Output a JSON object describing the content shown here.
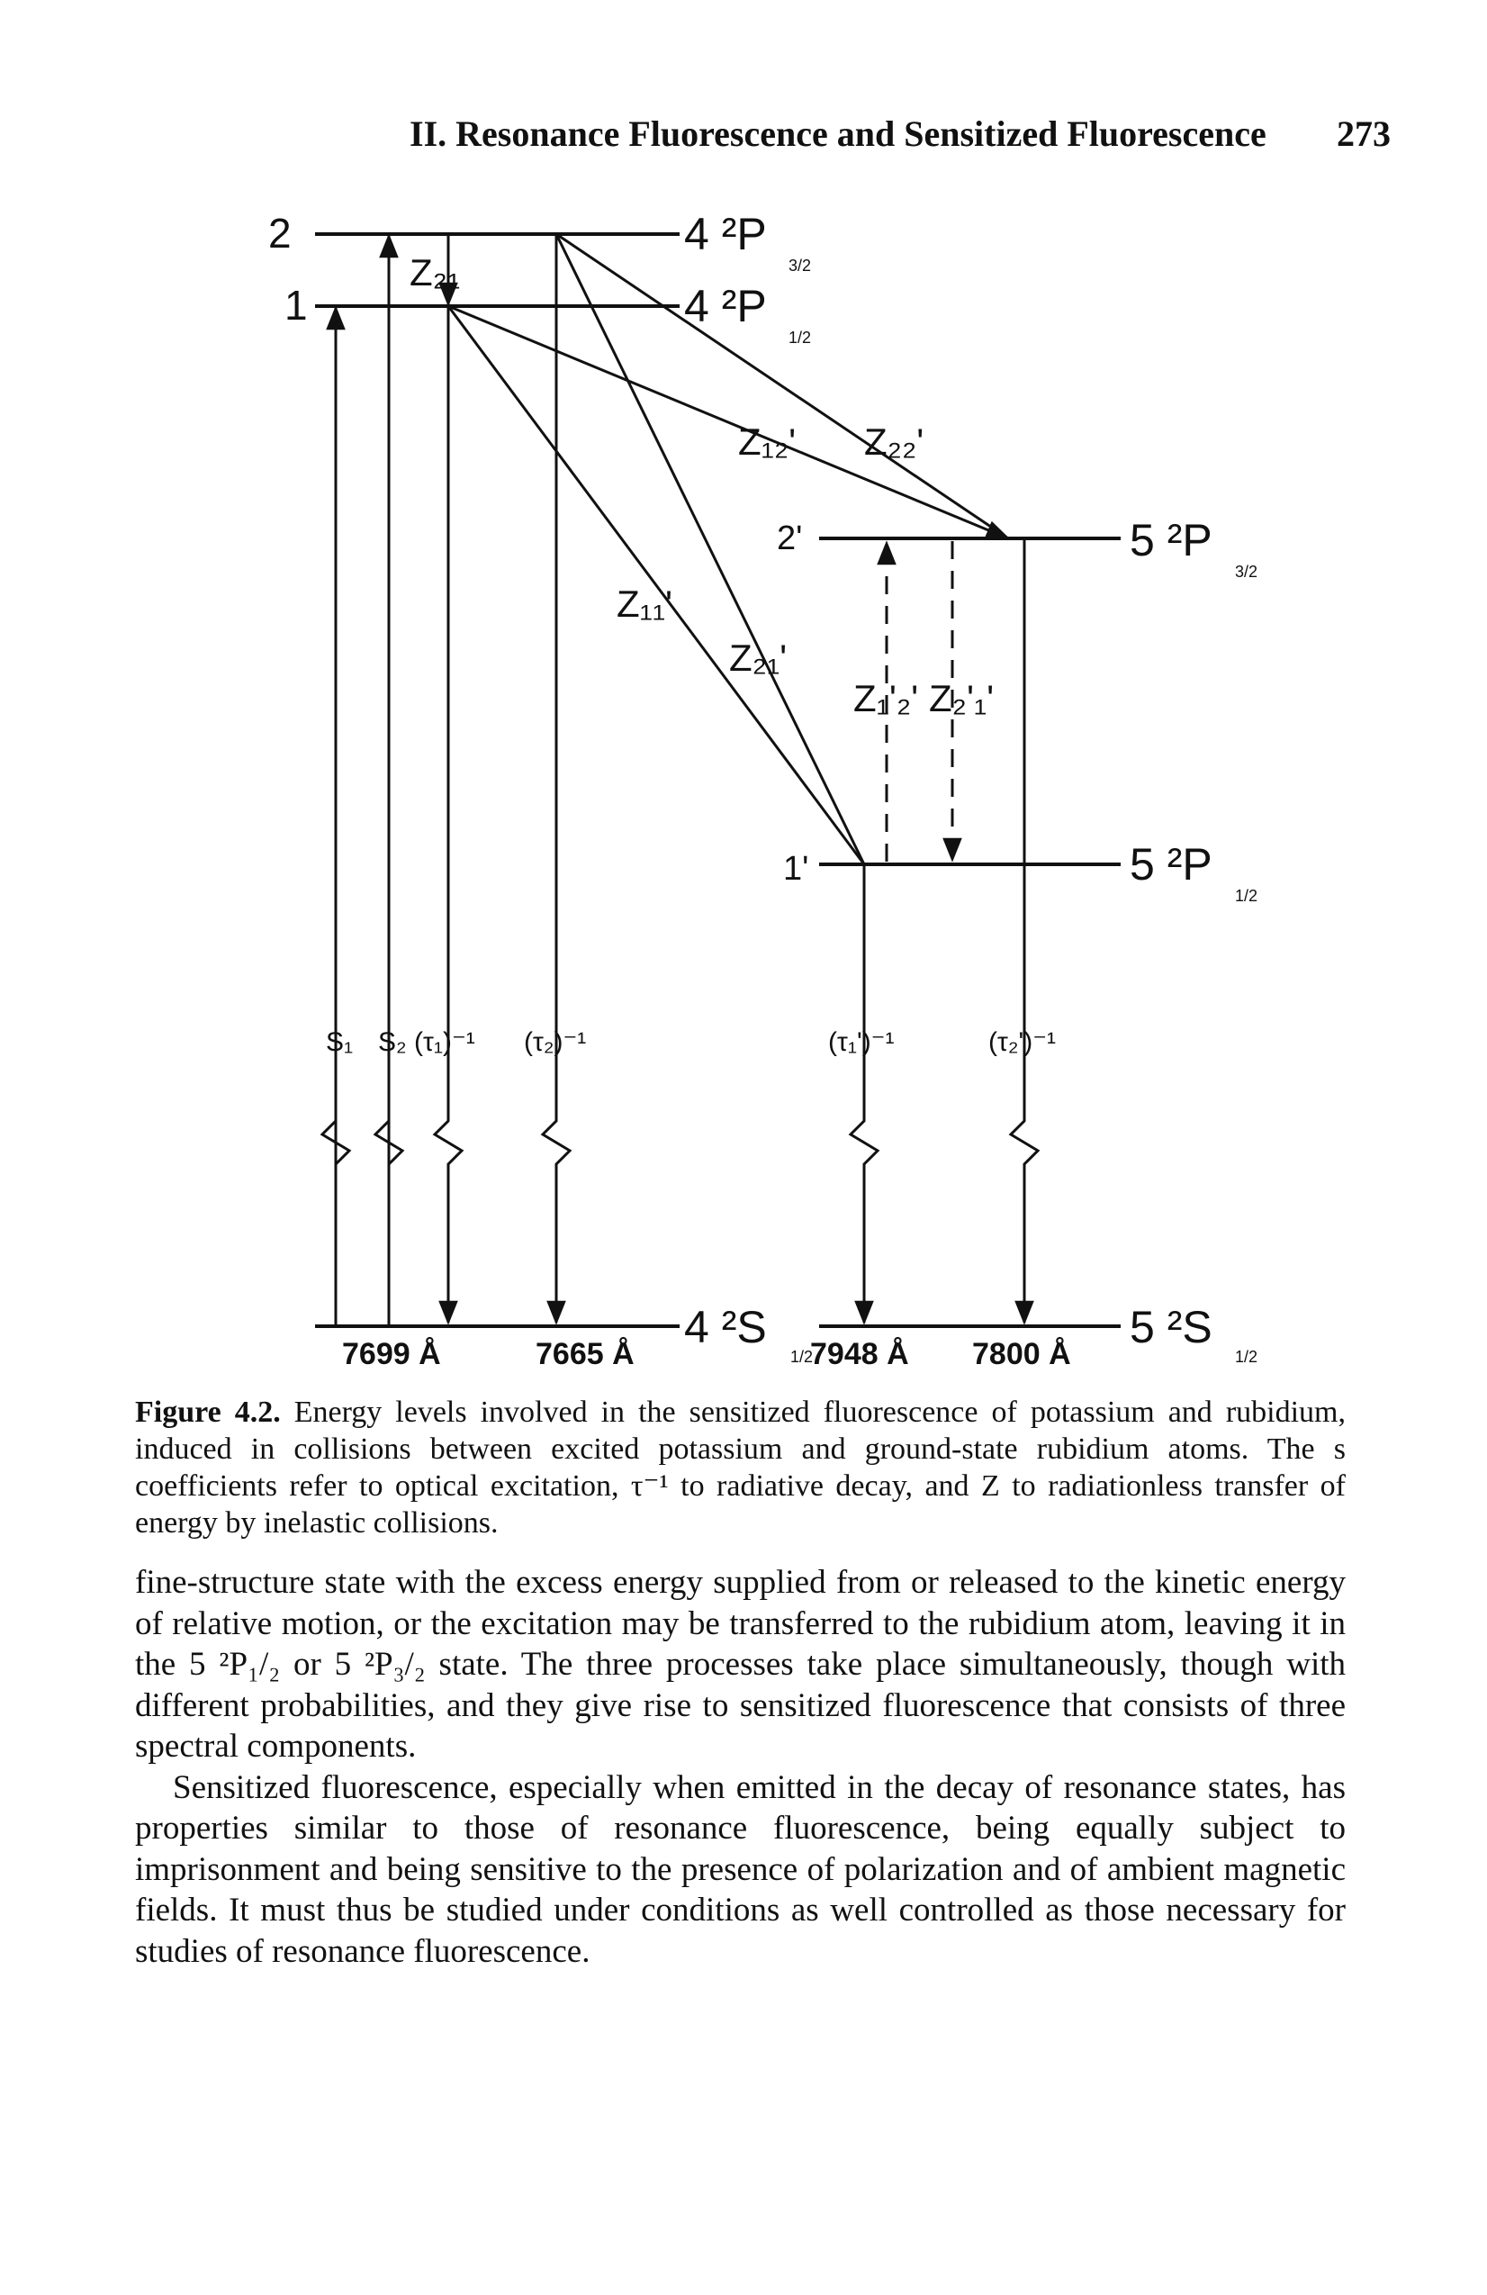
{
  "header": {
    "running_title": "II. Resonance Fluorescence and Sensitized Fluorescence",
    "page_number": "273"
  },
  "diagram": {
    "levels": {
      "k_2": "2",
      "k_1": "1",
      "k_2P32": "4 ²P",
      "k_2P32_j": "3/2",
      "k_2P12": "4 ²P",
      "k_2P12_j": "1/2",
      "rb_2p": "2'",
      "rb_1p": "1'",
      "rb_2P32": "5 ²P",
      "rb_2P32_j": "3/2",
      "rb_2P12": "5 ²P",
      "rb_2P12_j": "1/2",
      "k_ground": "4 ²S",
      "k_ground_j": "1/2",
      "rb_ground": "5 ²S",
      "rb_ground_j": "1/2"
    },
    "transfer_labels": {
      "z21": "Z₂₁",
      "z12p": "Z₁₂'",
      "z22p": "Z₂₂'",
      "z11p": "Z₁₁'",
      "z21p": "Z₂₁'",
      "z1p2p": "Z₁'₂'",
      "z2p1p": "Z₂'₁'"
    },
    "process_labels": {
      "s1": "S₁",
      "s2": "S₂",
      "tau1": "(τ₁)⁻¹",
      "tau2": "(τ₂)⁻¹",
      "tau1p": "(τ₁')⁻¹",
      "tau2p": "(τ₂')⁻¹"
    },
    "wavelengths": {
      "w1": "7699 Å",
      "w2": "7665 Å",
      "w3": "7948 Å",
      "w4": "7800 Å"
    }
  },
  "caption": {
    "label": "Figure 4.2.",
    "text": "Energy levels involved in the sensitized fluorescence of potassium and rubidium, induced in collisions between excited potassium and ground-state rubidium atoms. The s coefficients refer to optical excitation, τ⁻¹ to radiative decay, and Z to radiationless transfer of energy by inelastic collisions."
  },
  "body": {
    "paragraph_1": "fine-structure state with the excess energy supplied from or released to the kinetic energy of relative motion, or the excitation may be transferred to the rubidium atom, leaving it in the 5 ²P₁/₂ or 5 ²P₃/₂ state. The three processes take place simultaneously, though with different probabilities, and they give rise to sensitized fluorescence that consists of three spectral components.",
    "paragraph_2": "Sensitized fluorescence, especially when emitted in the decay of resonance states, has properties similar to those of resonance fluorescence, being equally subject to imprisonment and being sensitive to the presence of polarization and of ambient magnetic fields. It must thus be studied under conditions as well controlled as those necessary for studies of resonance fluorescence."
  }
}
